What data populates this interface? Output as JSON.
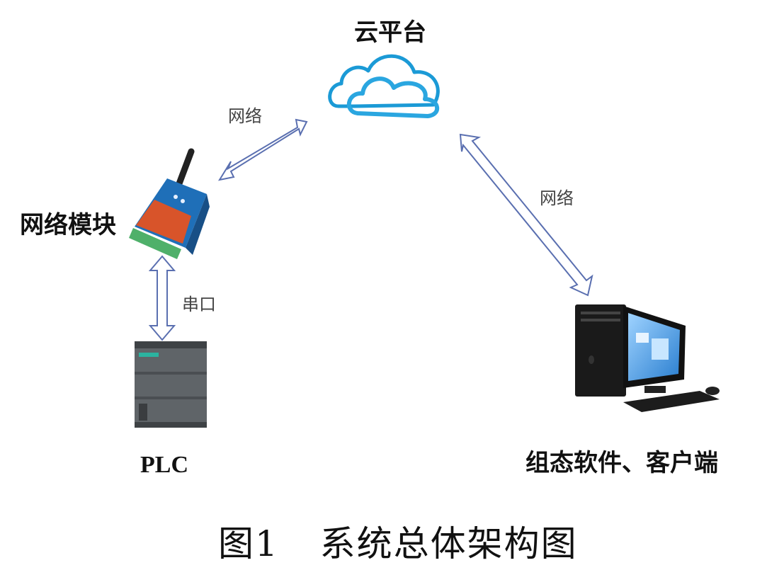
{
  "nodes": {
    "cloud": {
      "label": "云平台"
    },
    "network_module": {
      "label": "网络模块"
    },
    "plc": {
      "label": "PLC"
    },
    "client": {
      "label": "组态软件、客户端"
    }
  },
  "edges": {
    "module_cloud": {
      "label": "网络"
    },
    "cloud_client": {
      "label": "网络"
    },
    "module_plc": {
      "label": "串口"
    }
  },
  "caption": {
    "number": "图1",
    "title": "系统总体架构图"
  },
  "colors": {
    "cloud": "#1b9ad6",
    "arrow": "#5a6fb0",
    "module_blue": "#1f6fb8",
    "module_red": "#d8542a",
    "terminal_green": "#4fb06a"
  }
}
